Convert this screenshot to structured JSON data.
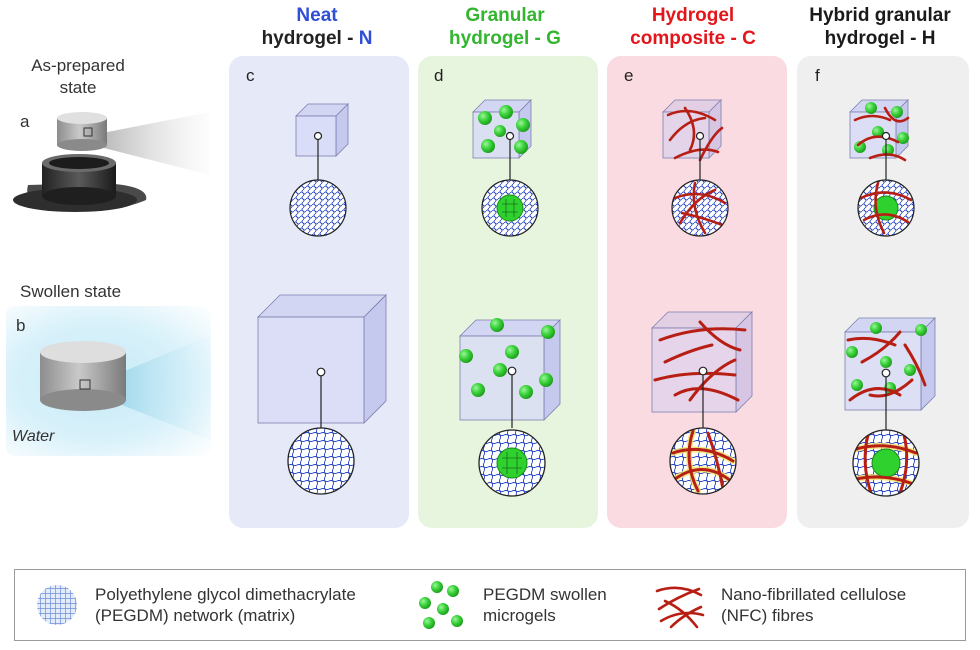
{
  "columns": [
    {
      "line1": "Neat",
      "line2": "hydrogel - ",
      "suffix": "N",
      "color": "#2f4fd6",
      "panel_letter": "c",
      "panel_color": "#e6e9f8"
    },
    {
      "line1": "Granular",
      "line2": "hydrogel - ",
      "suffix": "G",
      "color": "#33b52f",
      "panel_letter": "d",
      "panel_color": "#e7f5de"
    },
    {
      "line1": "Hydrogel",
      "line2": "composite - ",
      "suffix": "C",
      "color": "#e3161b",
      "panel_letter": "e",
      "panel_color": "#fadbe2"
    },
    {
      "line1": "Hybrid granular",
      "line2": "hydrogel - ",
      "suffix": "H",
      "color": "#1a1a1a",
      "panel_letter": "f",
      "panel_color": "#efefef"
    }
  ],
  "states": {
    "as_prepared_line1": "As-prepared",
    "as_prepared_line2": "state",
    "as_prepared_letter": "a",
    "swollen": "Swollen state",
    "swollen_letter": "b",
    "water": "Water"
  },
  "legend": {
    "matrix_line1": "Polyethylene glycol dimethacrylate",
    "matrix_line2": "(PEGDM) network (matrix)",
    "microgels_line1": "PEGDM swollen",
    "microgels_line2": "microgels",
    "nfc_line1": "Nano-fibrillated cellulose",
    "nfc_line2": "(NFC) fibres"
  },
  "colors": {
    "mesh": "#2040c0",
    "microgel": "#2ed12e",
    "fibre": "#b81f14",
    "cube_face": "#c9cdf0"
  },
  "icons": [
    "cylinder-sample-icon",
    "mesh-icon",
    "microgel-icon",
    "fibre-icon"
  ]
}
